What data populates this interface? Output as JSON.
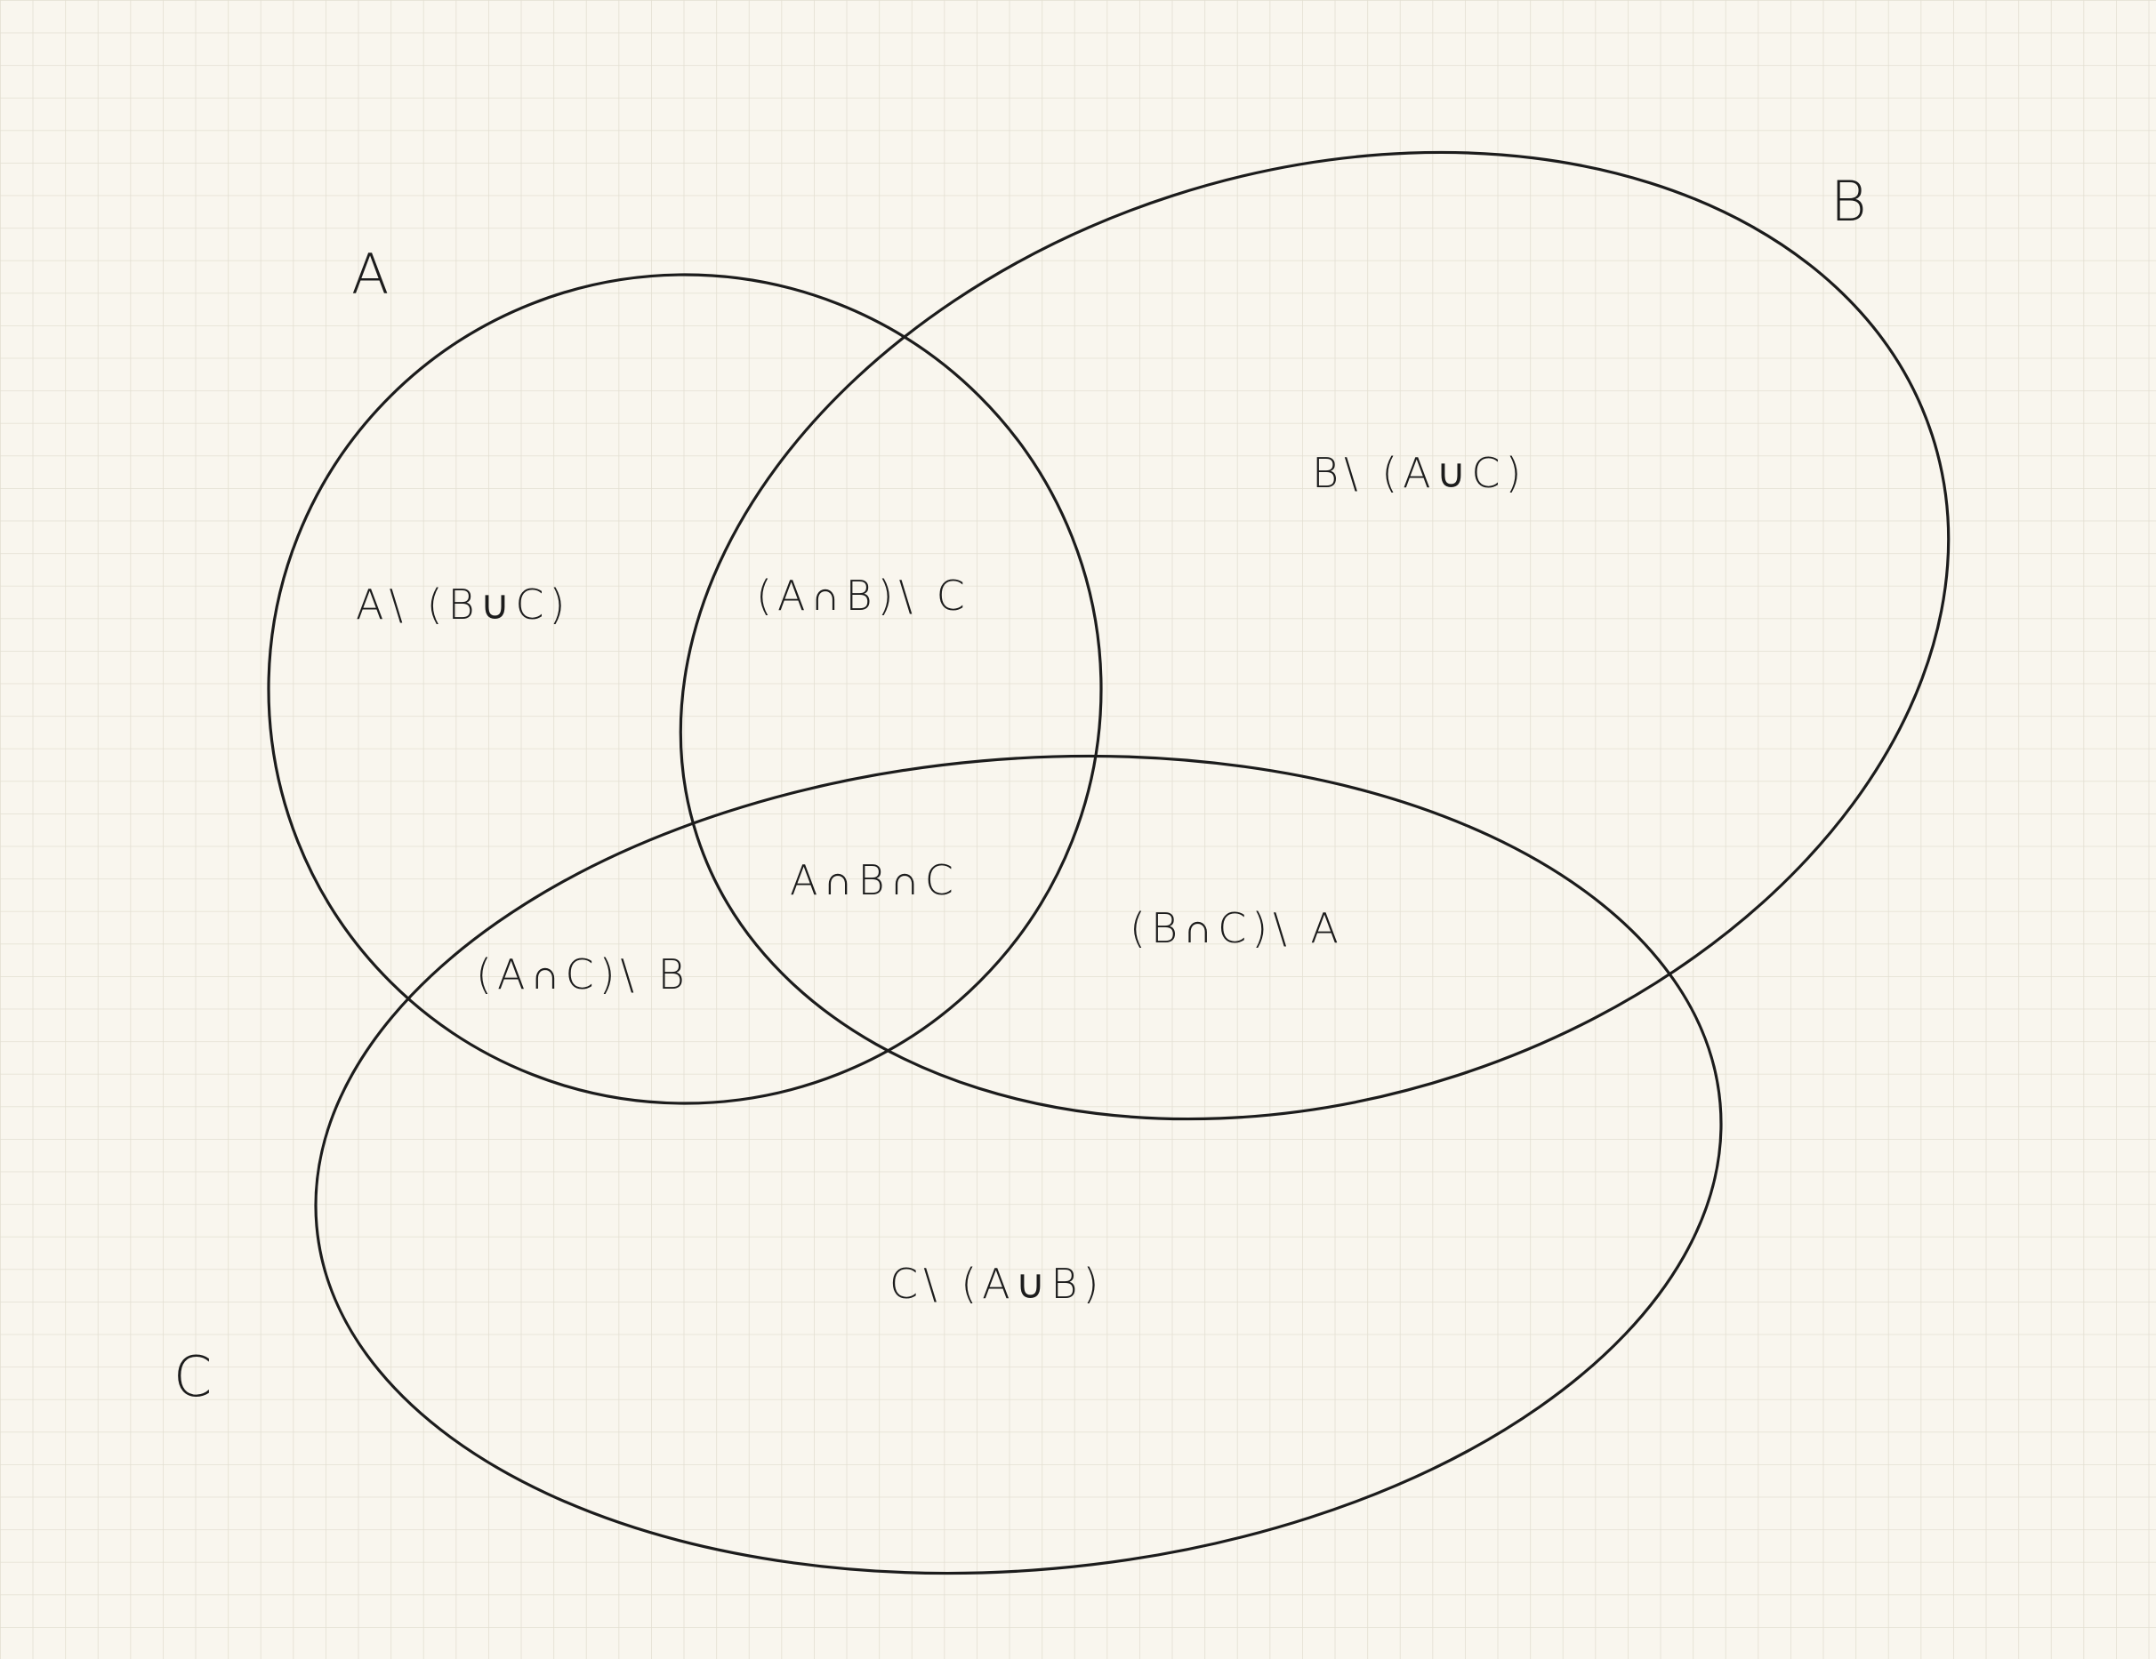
{
  "sets": {
    "a": {
      "label": "A"
    },
    "b": {
      "label": "B"
    },
    "c": {
      "label": "C"
    }
  },
  "regions": {
    "a_only": "A\\ (B∪C)",
    "ab_not_c": "(A∩B)\\ C",
    "b_only": "B\\ (A∪C)",
    "abc": "A∩B∩C",
    "ac_not_b": "(A∩C)\\ B",
    "bc_not_a": "(B∩C)\\ A",
    "c_only": "C\\ (A∪B)"
  },
  "colors": {
    "paper": "#f9f6ee",
    "grid": "#e3dfd2",
    "ink": "#1c1c1c"
  }
}
